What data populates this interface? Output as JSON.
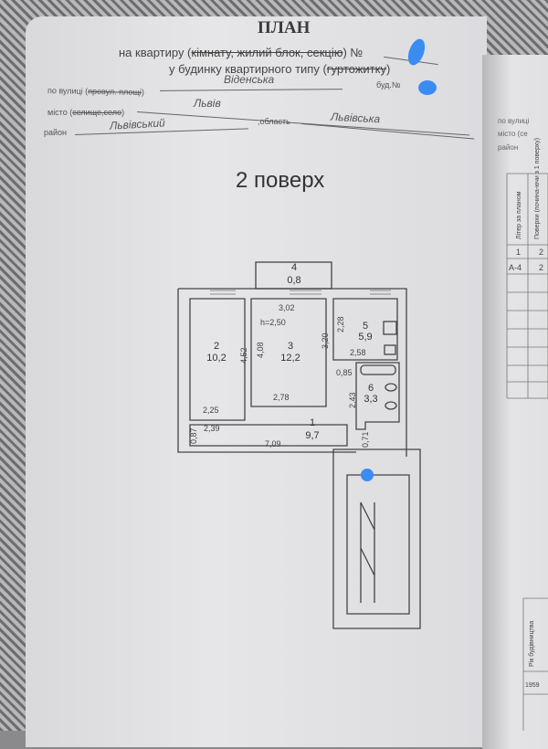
{
  "header": {
    "title": "ПЛАН",
    "line1_prefix": "на квартиру (",
    "line1_struck": "кімнату, жилий блок, секцію",
    "line1_suffix": ") №",
    "line2_prefix": "у будинку квартирного типу (",
    "line2_struck": "гуртожитку",
    "line2_suffix": ")"
  },
  "address": {
    "street_label": "по вулиці (",
    "street_struck": "провул. площі",
    "street_close": ")",
    "street_value": "Віденська",
    "building_label": "буд.№",
    "city_label": "місто (",
    "city_struck": "селище,село",
    "city_close": ")",
    "city_value": "Львів",
    "district_label": "район",
    "district_value": "Львівський",
    "region_label": ",область",
    "region_value": "Львівська"
  },
  "floor_title": "2 поверх",
  "plan": {
    "height_label": "h=2,50",
    "rooms": [
      {
        "num": "1",
        "area": "9,7"
      },
      {
        "num": "2",
        "area": "10,2"
      },
      {
        "num": "3",
        "area": "12,2"
      },
      {
        "num": "4",
        "area": "0,8"
      },
      {
        "num": "5",
        "area": "5,9"
      },
      {
        "num": "6",
        "area": "3,3"
      }
    ],
    "dims": [
      "3,02",
      "2,28",
      "4,52",
      "4,08",
      "3,20",
      "2,58",
      "0,85",
      "2,43",
      "2,78",
      "2,25",
      "2,39",
      "0,87",
      "7,09",
      "0,71"
    ]
  },
  "right_page": {
    "street": "по вулиці",
    "city": "місто (се",
    "district": "район",
    "col1": "Літер за планом",
    "col2": "Поверхи (почина-ючи з 1 поверху)",
    "row0": [
      "1",
      "2"
    ],
    "row1": [
      "А-4",
      "2"
    ],
    "year_label": "Рік будівництва",
    "year": "1959"
  },
  "colors": {
    "redaction": "#3b8cf2",
    "paper": "#e2e2e4"
  }
}
